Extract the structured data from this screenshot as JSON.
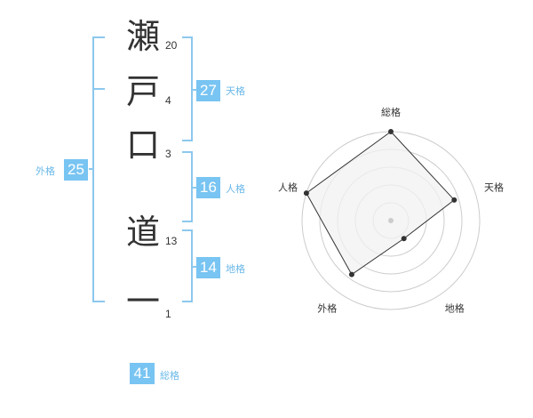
{
  "name": {
    "characters": [
      {
        "char": "瀬",
        "strokes": "20"
      },
      {
        "char": "戸",
        "strokes": "4"
      },
      {
        "char": "口",
        "strokes": "3"
      },
      {
        "char": "道",
        "strokes": "13"
      },
      {
        "char": "一",
        "strokes": "1"
      }
    ]
  },
  "kakusu": {
    "tenkaku": {
      "value": "27",
      "label": "天格"
    },
    "jinkaku": {
      "value": "16",
      "label": "人格"
    },
    "chikaku": {
      "value": "14",
      "label": "地格"
    },
    "gaikaku": {
      "value": "25",
      "label": "外格"
    },
    "soukaku": {
      "value": "41",
      "label": "総格"
    }
  },
  "radar": {
    "axes": [
      "総格",
      "天格",
      "地格",
      "外格",
      "人格"
    ],
    "levels": 5,
    "values": [
      1.0,
      0.75,
      0.25,
      0.75,
      1.0
    ],
    "colors": {
      "grid": "#cccccc",
      "fill": "#f1f1f1",
      "line": "#333333",
      "point": "#333333",
      "center": "#cccccc"
    }
  },
  "colors": {
    "accent": "#78c4f2",
    "bracket": "#8cc8ee",
    "label": "#6ab8e8",
    "text": "#333333"
  }
}
